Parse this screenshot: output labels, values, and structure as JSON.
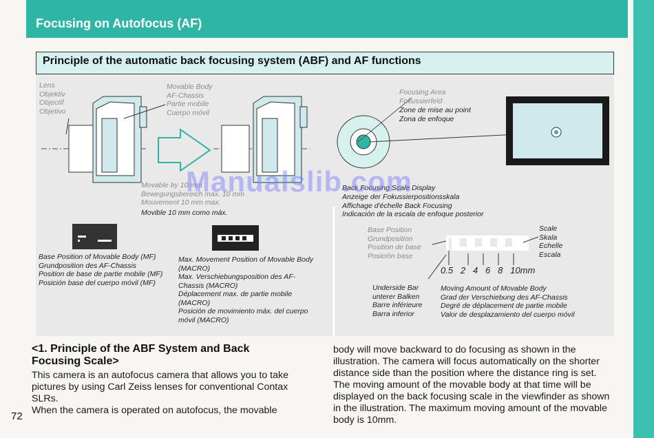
{
  "header": {
    "title": "Focusing on Autofocus (AF)"
  },
  "section": {
    "title": "Principle of the automatic back focusing system (ABF) and AF functions"
  },
  "diagram": {
    "lens_label": "Lens\nObjektiv\nObjectif\nObjetivo",
    "movable_body_label": "Movable Body\nAF-Chassis\nPartie mobile\nCuerpo móvil",
    "movement_label": "Movable by 10 mm\nBewegungsbereich max. 10 mm\nMouvement 10 mm max.",
    "movement_label_es": "Movible 10 mm como máx.",
    "focusing_area_label": "Focusing Area\nFokussierfeld",
    "focusing_area_label_dark": "Zone de mise au point\nZona de enfoque",
    "back_scale_label": "Back Focusing Scale Display",
    "back_scale_label_rest": "Anzeige der Fokussierpositionsskala\nAffichage d'échelle Back Focusing\nIndicación de la escala de enfoque posterior",
    "base_position_caption": "Base Position of Movable Body (MF)\nGrundposition des AF-Chassis\nPosition de base de partie mobile (MF)\nPosición base del cuerpo móvil (MF)",
    "max_movement_caption": "Max. Movement Position of Movable Body\n(MACRO)\nMax. Verschiebungsposition des AF-\nChassis (MACRO)\nDéplacement max. de partie mobile\n(MACRO)\nPosición de movimiento máx. del cuerpo\nmóvil (MACRO)",
    "base_position_label": "Base Position\nGrundposition\nPosition de base\nPosición base",
    "scale_label": "Scale\nSkala\nEchelle\nEscala",
    "scale_numbers": "0.5   2   4   6   8   10mm",
    "underside_bar_label": "Underside Bar\nunterer Balken\nBarre inférieure\nBarra inferior",
    "moving_amount_label": "Moving Amount of Movable Body\nGrad der Verschiebung des AF-Chassis\nDegré de déplacement de partie mobile\nValor de desplazamiento del cuerpo móvil",
    "watermark": "Manualslib.com"
  },
  "body": {
    "heading": "<1. Principle of the ABF System and Back Focusing Scale>",
    "left_text": "This camera is an autofocus camera that allows you to take pictures by using Carl Zeiss lenses for conventional Contax SLRs.\nWhen the camera is operated on autofocus, the movable",
    "right_text": "body will move backward to do focusing as shown in the illustration. The camera will focus automatically on the shorter distance side than the position where the distance ring is set. The moving amount of the movable body at that time will be displayed on the back focusing scale in the viewfinder as shown in the illustration. The maximum moving amount of the movable body is 10mm."
  },
  "page_number": "72",
  "colors": {
    "teal": "#2fb5a6",
    "light_teal": "#d6f1ee",
    "diagram_bg": "#e9e9ea"
  }
}
